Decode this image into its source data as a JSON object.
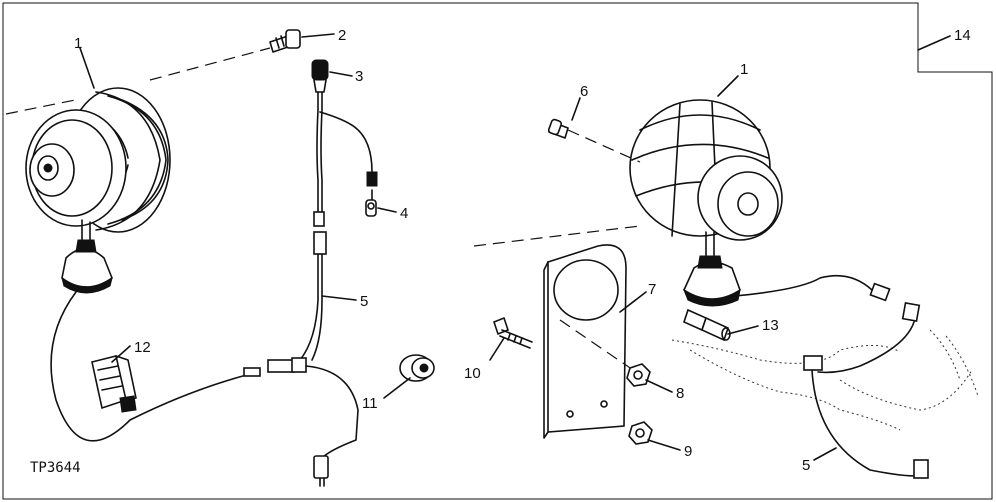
{
  "figure_code": "TP3644",
  "callouts": [
    {
      "id": "c1a",
      "text": "1"
    },
    {
      "id": "c2",
      "text": "2"
    },
    {
      "id": "c3",
      "text": "3"
    },
    {
      "id": "c4",
      "text": "4"
    },
    {
      "id": "c5a",
      "text": "5"
    },
    {
      "id": "c6",
      "text": "6"
    },
    {
      "id": "c1b",
      "text": "1"
    },
    {
      "id": "c7",
      "text": "7"
    },
    {
      "id": "c8",
      "text": "8"
    },
    {
      "id": "c9",
      "text": "9"
    },
    {
      "id": "c10",
      "text": "10"
    },
    {
      "id": "c11",
      "text": "11"
    },
    {
      "id": "c12",
      "text": "12"
    },
    {
      "id": "c13",
      "text": "13"
    },
    {
      "id": "c14",
      "text": "14"
    },
    {
      "id": "c5b",
      "text": "5"
    }
  ]
}
